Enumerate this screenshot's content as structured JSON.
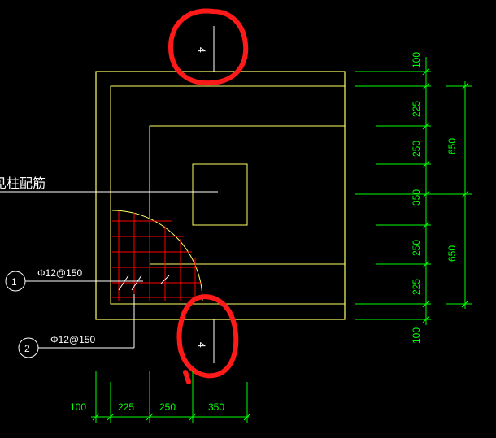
{
  "colors": {
    "background": "#000000",
    "outline": "#ffff66",
    "lines": "#ffffff",
    "dimensions": "#00ff00",
    "rebar": "#ff0000",
    "annotation_mark": "#ff1a1a"
  },
  "labels": {
    "column_rebar": "见柱配筋",
    "note_1": "Φ12@150",
    "note_2": "Φ12@150",
    "circle_1": "1",
    "circle_2": "2",
    "section_top": "4",
    "section_bottom": "4"
  },
  "dimensions": {
    "right_inner": [
      "100",
      "225",
      "250",
      "350",
      "250",
      "225",
      "100"
    ],
    "right_outer": [
      "650",
      "650"
    ],
    "bottom": [
      "100",
      "225",
      "250",
      "350"
    ]
  }
}
